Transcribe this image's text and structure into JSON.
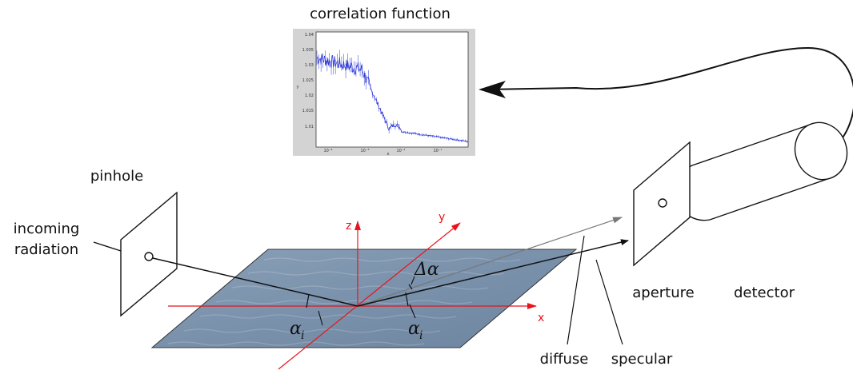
{
  "labels": {
    "correlation_function": "correlation function",
    "pinhole": "pinhole",
    "incoming_radiation_line1": "incoming",
    "incoming_radiation_line2": "radiation",
    "aperture": "aperture",
    "detector": "detector",
    "diffuse": "diffuse",
    "specular": "specular"
  },
  "axes": {
    "x": "x",
    "y": "y",
    "z": "z"
  },
  "symbols": {
    "alpha": "α",
    "alpha_sub": "i",
    "delta_alpha": "Δα"
  },
  "colors": {
    "axis": "#e8141b",
    "surface": "#7f94ae",
    "line": "#111111",
    "diffuse_ray": "#777777",
    "plot_frame": "#d3d3d3",
    "plot_trace": "#2a35d8"
  },
  "inset_plot": {
    "y_ticks": [
      "1.04",
      "1.035",
      "1.03",
      "1.025",
      "1.02",
      "1.015",
      "1.01"
    ],
    "x_ticks": [
      "10⁻⁴",
      "10⁻³",
      "10⁻²",
      "10⁻¹"
    ],
    "x_label": "x",
    "y_label": "y"
  }
}
